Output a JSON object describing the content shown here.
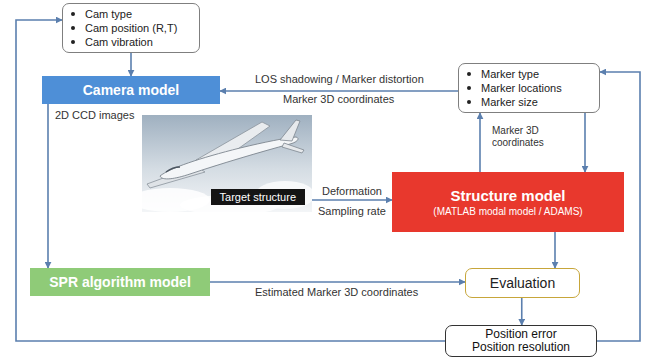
{
  "diagram": {
    "nodes": [
      {
        "text": [
          "Cam type",
          "Cam position (R,T)",
          "Cam vibration"
        ]
      },
      {
        "text": [
          "Camera model"
        ]
      },
      {
        "text": [
          "Marker type",
          "Marker locations",
          "Marker size"
        ]
      },
      {
        "text": [
          "Structure model",
          "(MATLAB modal model / ADAMS)"
        ]
      },
      {
        "text": [
          "Target structure"
        ]
      },
      {
        "text": [
          "SPR algorithm model"
        ]
      },
      {
        "text": [
          "Evaluation"
        ]
      },
      {
        "text": [
          "Position error Position resolution"
        ]
      }
    ],
    "edges": [
      {
        "from": 0,
        "to": 1,
        "arrow": "to"
      },
      {
        "from": 2,
        "to": 1,
        "label": "LOS shadowing / Marker distortion",
        "arrow": "to"
      },
      {
        "from": 3,
        "to": 2,
        "label": "Marker 3D coordinates",
        "arrow": "to"
      },
      {
        "from": 2,
        "to": 3,
        "arrow": "to"
      },
      {
        "from": 4,
        "to": 3,
        "label": "Deformation",
        "arrow": "to"
      },
      {
        "from": 1,
        "to": 5,
        "label": "2D CCD images",
        "arrow": "to"
      },
      {
        "from": 5,
        "to": 6,
        "label": "Estimated Marker 3D coordinates",
        "arrow": "to"
      },
      {
        "from": 3,
        "to": 6,
        "arrow": "to"
      },
      {
        "from": 6,
        "to": 7,
        "arrow": "to"
      },
      {
        "from": 7,
        "to": 0,
        "arrow": "to"
      },
      {
        "from": 7,
        "to": 2,
        "arrow": "to"
      }
    ],
    "labels": [
      "Marker 3D coordinates",
      "Sampling rate"
    ]
  }
}
